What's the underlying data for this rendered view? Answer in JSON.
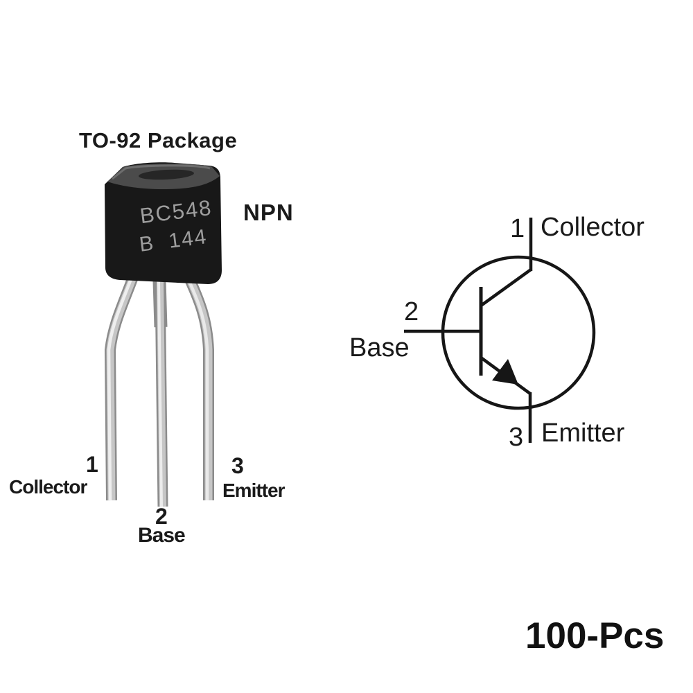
{
  "background_color": "#ffffff",
  "ink_color": "#161616",
  "quantity_label": "100-Pcs",
  "package_figure": {
    "title": "TO-92 Package",
    "transistor_type": "NPN",
    "marking_line1": "BC548",
    "marking_line2": "B  144",
    "body_color": "#181818",
    "top_face_color": "#4b4b4b",
    "marking_color": "#9e9e9e",
    "pins": [
      {
        "number": "1",
        "name": "Collector"
      },
      {
        "number": "2",
        "name": "Base"
      },
      {
        "number": "3",
        "name": "Emitter"
      }
    ]
  },
  "schematic": {
    "symbol": "npn-transistor",
    "pins": [
      {
        "number": "1",
        "name": "Collector"
      },
      {
        "number": "2",
        "name": "Base"
      },
      {
        "number": "3",
        "name": "Emitter"
      }
    ]
  }
}
